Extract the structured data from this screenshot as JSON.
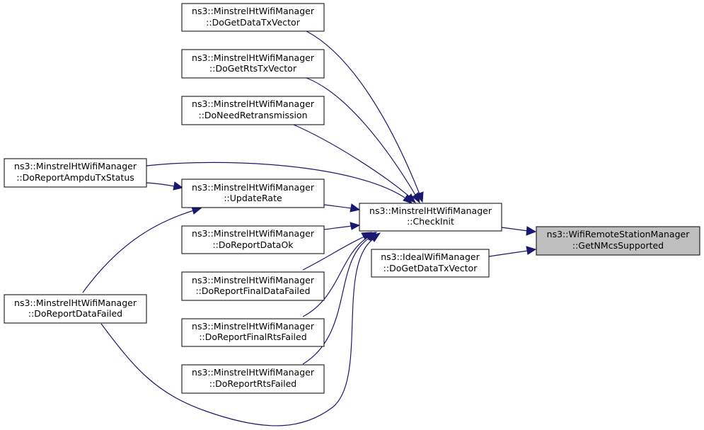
{
  "nodes": {
    "get_nmcs": {
      "line1": "ns3::WifiRemoteStationManager",
      "line2": "::GetNMcsSupported"
    },
    "check_init": {
      "line1": "ns3::MinstrelHtWifiManager",
      "line2": "::CheckInit"
    },
    "ideal_get_data": {
      "line1": "ns3::IdealWifiManager",
      "line2": "::DoGetDataTxVector"
    },
    "get_data_tx": {
      "line1": "ns3::MinstrelHtWifiManager",
      "line2": "::DoGetDataTxVector"
    },
    "get_rts_tx": {
      "line1": "ns3::MinstrelHtWifiManager",
      "line2": "::DoGetRtsTxVector"
    },
    "need_retx": {
      "line1": "ns3::MinstrelHtWifiManager",
      "line2": "::DoNeedRetransmission"
    },
    "update_rate": {
      "line1": "ns3::MinstrelHtWifiManager",
      "line2": "::UpdateRate"
    },
    "data_ok": {
      "line1": "ns3::MinstrelHtWifiManager",
      "line2": "::DoReportDataOk"
    },
    "final_data_failed": {
      "line1": "ns3::MinstrelHtWifiManager",
      "line2": "::DoReportFinalDataFailed"
    },
    "final_rts_failed": {
      "line1": "ns3::MinstrelHtWifiManager",
      "line2": "::DoReportFinalRtsFailed"
    },
    "rts_failed": {
      "line1": "ns3::MinstrelHtWifiManager",
      "line2": "::DoReportRtsFailed"
    },
    "ampdu_status": {
      "line1": "ns3::MinstrelHtWifiManager",
      "line2": "::DoReportAmpduTxStatus"
    },
    "data_failed": {
      "line1": "ns3::MinstrelHtWifiManager",
      "line2": "::DoReportDataFailed"
    }
  },
  "edges": [
    {
      "from": "check_init",
      "to": "get_nmcs"
    },
    {
      "from": "ideal_get_data",
      "to": "get_nmcs"
    },
    {
      "from": "get_data_tx",
      "to": "check_init"
    },
    {
      "from": "get_rts_tx",
      "to": "check_init"
    },
    {
      "from": "need_retx",
      "to": "check_init"
    },
    {
      "from": "ampdu_status",
      "to": "check_init"
    },
    {
      "from": "update_rate",
      "to": "check_init"
    },
    {
      "from": "data_ok",
      "to": "check_init"
    },
    {
      "from": "final_data_failed",
      "to": "check_init"
    },
    {
      "from": "final_rts_failed",
      "to": "check_init"
    },
    {
      "from": "rts_failed",
      "to": "check_init"
    },
    {
      "from": "data_failed",
      "to": "check_init"
    },
    {
      "from": "ampdu_status",
      "to": "update_rate"
    },
    {
      "from": "data_failed",
      "to": "update_rate"
    }
  ],
  "colors": {
    "edge": "#191970",
    "focus_node_fill": "#bfbfbf",
    "node_fill": "#ffffff",
    "node_border": "#000000"
  }
}
